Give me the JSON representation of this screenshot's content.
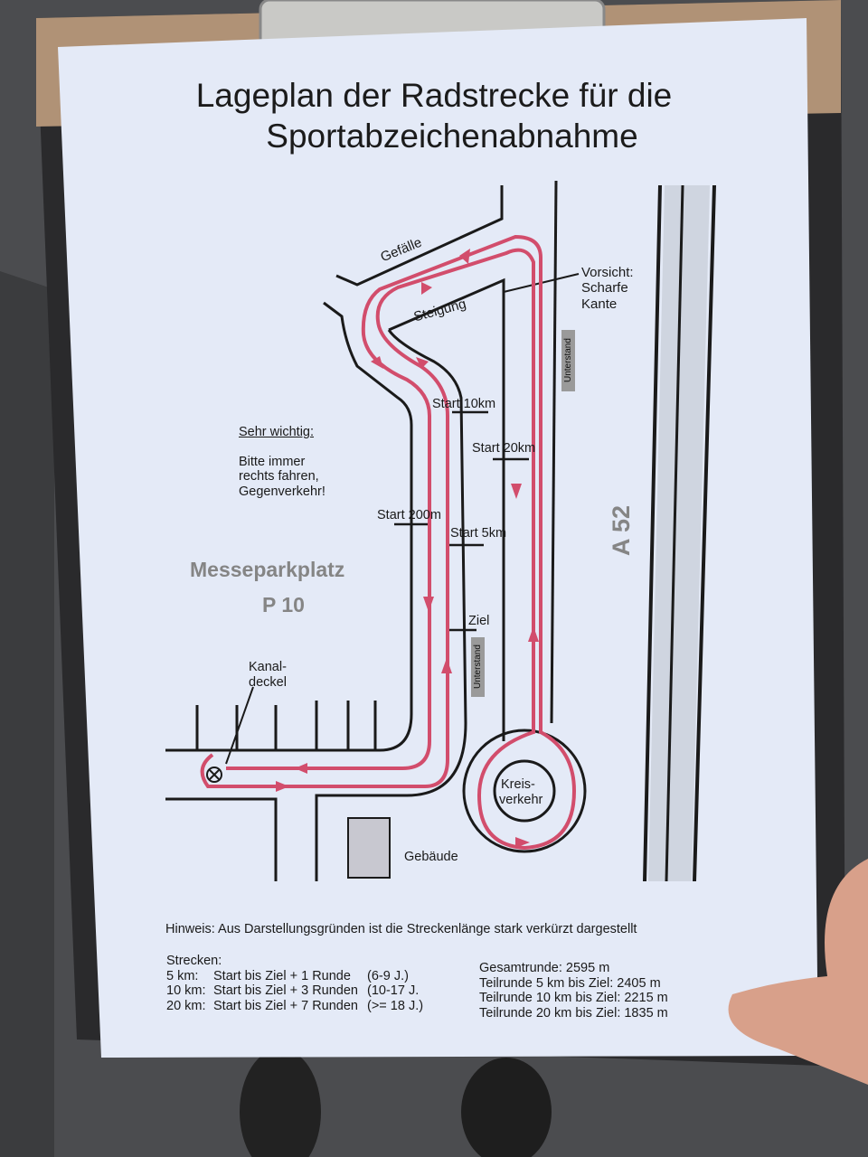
{
  "title_line1": "Lageplan der Radstrecke für die",
  "title_line2": "Sportabzeichenabnahme",
  "map_labels": {
    "gefaelle": "Gefälle",
    "steigung": "Steigung",
    "vorsicht": [
      "Vorsicht:",
      "Scharfe",
      "Kante"
    ],
    "unterstand": "Unterstand",
    "start_10km": "Start 10km",
    "start_20km": "Start 20km",
    "start_200m": "Start 200m",
    "start_5km": "Start 5km",
    "ziel": "Ziel",
    "a52": "A 52",
    "parking_name": "Messeparkplatz",
    "parking_id": "P 10",
    "kanaldeckel": [
      "Kanal-",
      "deckel"
    ],
    "kreisverkehr": [
      "Kreis-",
      "verkehr"
    ],
    "gebaeude": "Gebäude"
  },
  "important": {
    "heading": "Sehr wichtig:",
    "lines": [
      "Bitte immer",
      "rechts fahren,",
      "Gegenverkehr!"
    ]
  },
  "hinweis": "Hinweis: Aus Darstellungsgründen ist die Streckenlänge stark verkürzt dargestellt",
  "strecken": {
    "heading": "Strecken:",
    "rows": [
      {
        "dist": "5 km:",
        "desc": "Start bis Ziel + 1 Runde",
        "age": "(6-9 J.)"
      },
      {
        "dist": "10 km:",
        "desc": "Start bis Ziel + 3 Runden",
        "age": "(10-17 J."
      },
      {
        "dist": "20 km:",
        "desc": "Start bis Ziel + 7 Runden",
        "age": "(>= 18 J.)"
      }
    ]
  },
  "lengths": [
    "Gesamtrunde: 2595 m",
    "Teilrunde 5 km bis Ziel: 2405 m",
    "Teilrunde 10 km bis Ziel: 2215 m",
    "Teilrunde 20 km bis Ziel: 1835 m"
  ],
  "colors": {
    "track": "#d24d6c",
    "paper": "#e4eaf7",
    "asphalt": "#4a4b4e"
  }
}
